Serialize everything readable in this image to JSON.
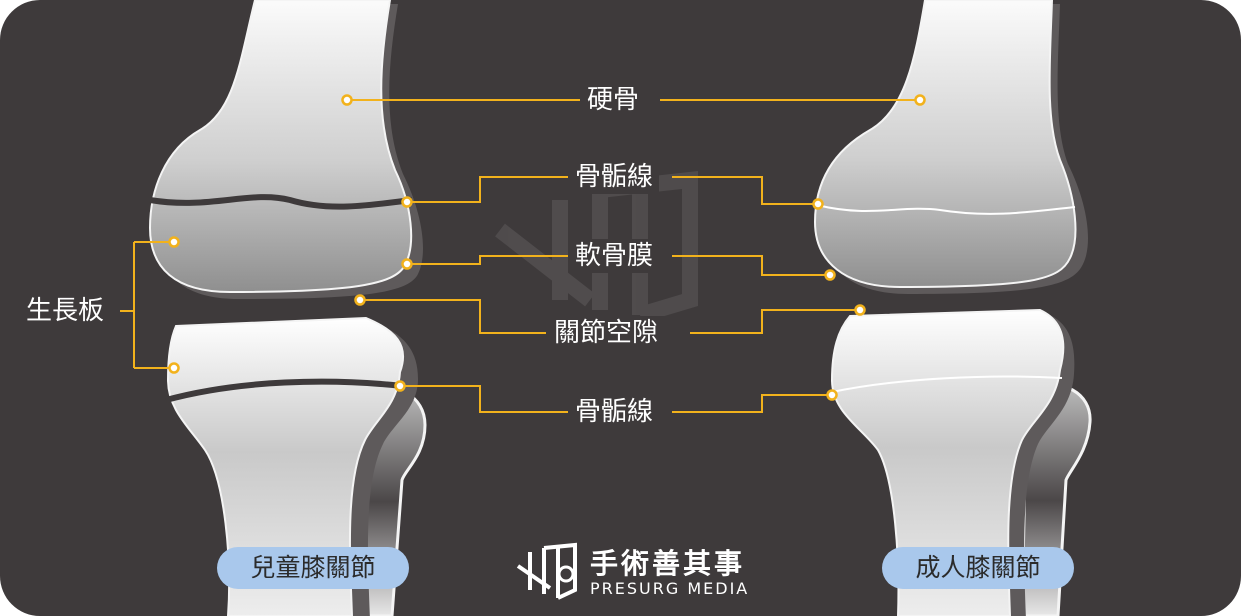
{
  "labels": {
    "compact_bone": "硬骨",
    "epiphyseal_line_top": "骨骺線",
    "cartilage": "軟骨膜",
    "joint_space": "關節空隙",
    "epiphyseal_line_bottom": "骨骺線",
    "growth_plate": "生長板"
  },
  "captions": {
    "child_knee": "兒童膝關節",
    "adult_knee": "成人膝關節"
  },
  "brand": {
    "name_cn": "手術善其事",
    "name_en": "PRESURG MEDIA"
  },
  "colors": {
    "background": "#3e3a3b",
    "leader_line": "#f2b21c",
    "caption_pill": "#a9c8ec"
  }
}
